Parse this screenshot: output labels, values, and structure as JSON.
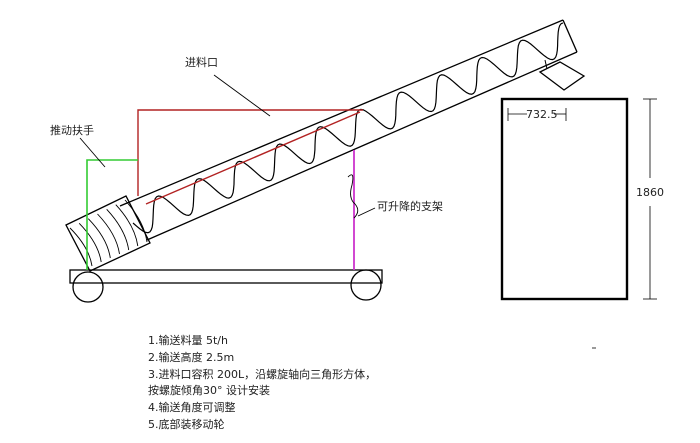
{
  "labels": {
    "inlet": "进料口",
    "handle": "推动扶手",
    "support": "可升降的支架"
  },
  "dimensions": {
    "width": "732.5",
    "height": "1860"
  },
  "notes": [
    "1.输送料量 5t/h",
    "2.输送高度 2.5m",
    "3.进料口容积 200L，沿螺旋轴向三角形方体，",
    "按螺旋倾角30° 设计安装",
    "4.输送角度可调整",
    "5.底部装移动轮"
  ],
  "colors": {
    "line": "#000000",
    "hopper": "#b22222",
    "handle": "#33cc33",
    "support": "#cc33cc"
  }
}
